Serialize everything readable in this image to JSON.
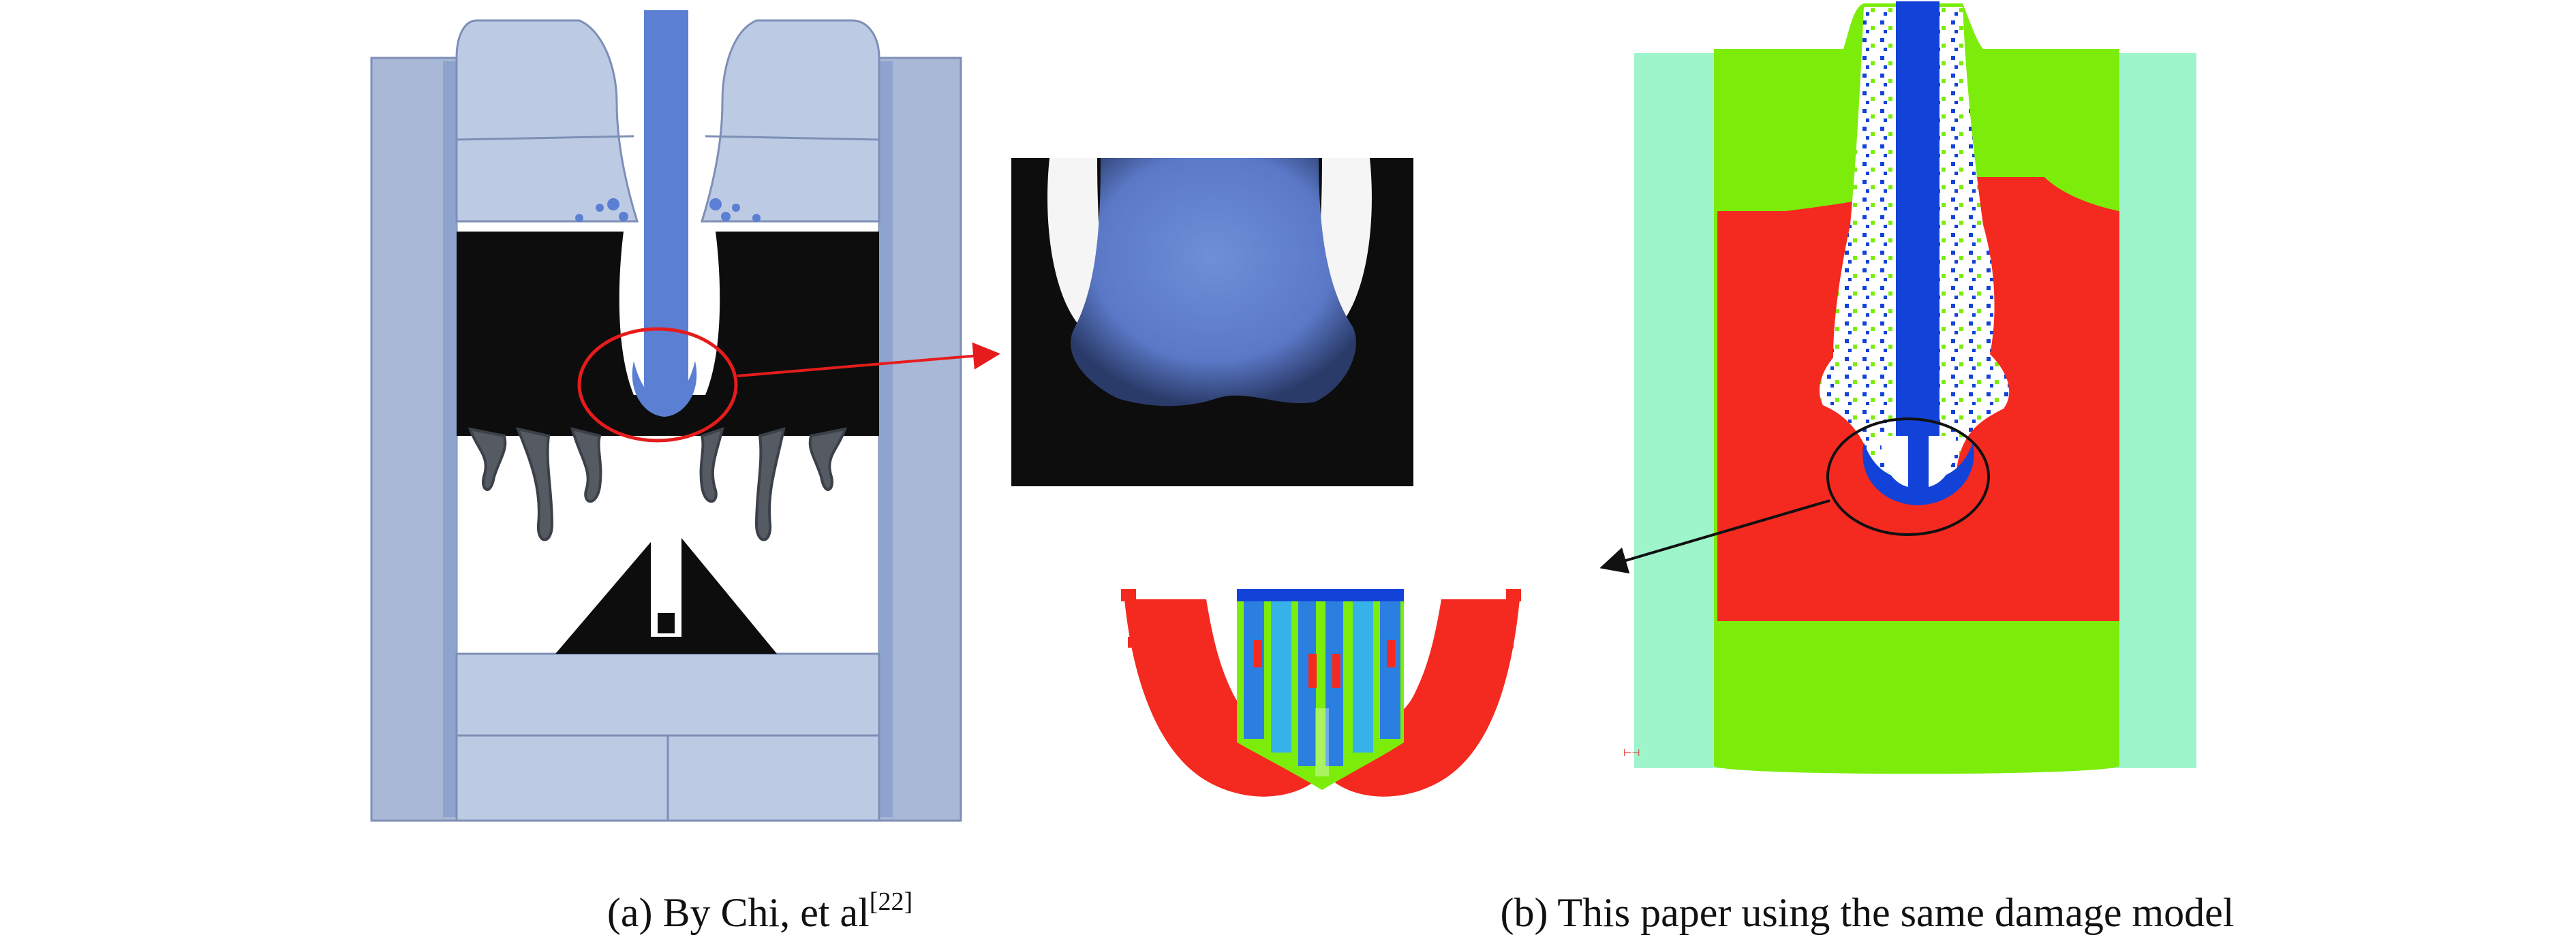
{
  "figure": {
    "panels": [
      {
        "id": "a",
        "caption_prefix": "(a) By Chi, et al",
        "citation": "[22]"
      },
      {
        "id": "b",
        "caption": "(b) This paper using the same damage model"
      }
    ],
    "colors": {
      "steel_blue": "#a8b8d6",
      "steel_blue_dark": "#8fa3cf",
      "projectile_blue": "#5b7fd3",
      "black_fill": "#0d0d0d",
      "dark_debris": "#555a63",
      "red_material": "#f42a20",
      "green_material": "#7ced0b",
      "mint_frame": "#9ef5cc",
      "projectile_blue_bright": "#1242d8",
      "arrow_red": "#e61c1c",
      "arrow_black": "#111111"
    }
  }
}
